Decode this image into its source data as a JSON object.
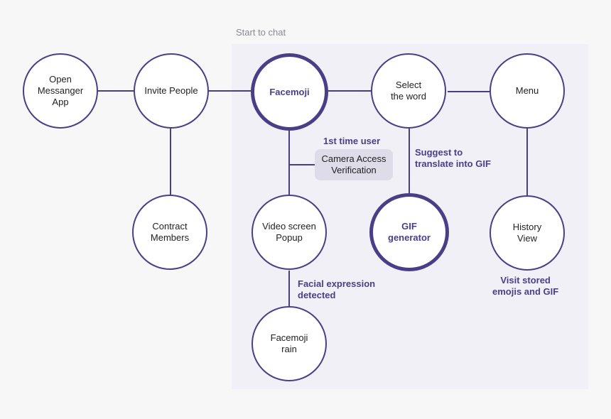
{
  "diagram": {
    "region_label": "Start to chat",
    "nodes": {
      "open_app": "Open\nMessanger\nApp",
      "invite_people": "Invite People",
      "facemoji": "Facemoji",
      "select_word": "Select\nthe word",
      "menu": "Menu",
      "contract_members": "Contract\nMembers",
      "video_popup": "Video screen\nPopup",
      "gif_generator": "GIF\ngenerator",
      "history_view": "History\nView",
      "facemoji_rain": "Facemoji\nrain"
    },
    "annotations": {
      "first_time_user": "1st time user",
      "camera_access": "Camera Access\nVerification",
      "suggest_translate": "Suggest to\ntranslate into GIF",
      "facial_expression": "Facial expression\ndetected",
      "visit_stored": "Visit stored\nemojis and GIF"
    },
    "colors": {
      "accent": "#4a3f87",
      "panel": "#f1f0f6",
      "pill": "#dedce8",
      "background": "#f7f7f8"
    }
  }
}
